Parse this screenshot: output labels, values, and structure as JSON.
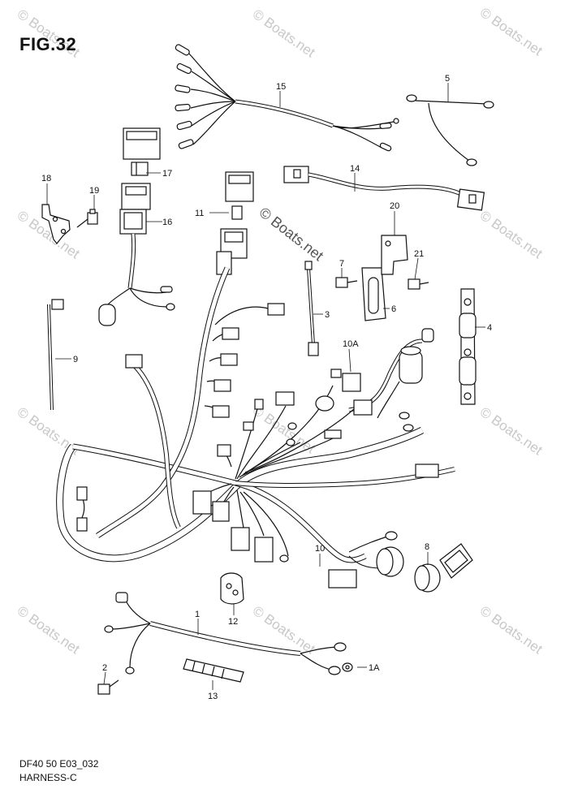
{
  "figure": {
    "title": "FIG.32",
    "code": "DF40 50 E03_032",
    "name": "HARNESS-C"
  },
  "watermark": {
    "text": "Boats.net",
    "symbol": "©"
  },
  "callouts": {
    "c1": "1",
    "c1a": "1A",
    "c2": "2",
    "c3": "3",
    "c4": "4",
    "c5": "5",
    "c6": "6",
    "c7": "7",
    "c8": "8",
    "c9": "9",
    "c10": "10",
    "c10a": "10A",
    "c11": "11",
    "c12": "12",
    "c13": "13",
    "c14": "14",
    "c15": "15",
    "c16": "16",
    "c17": "17",
    "c18": "18",
    "c19": "19",
    "c20": "20",
    "c21": "21"
  }
}
